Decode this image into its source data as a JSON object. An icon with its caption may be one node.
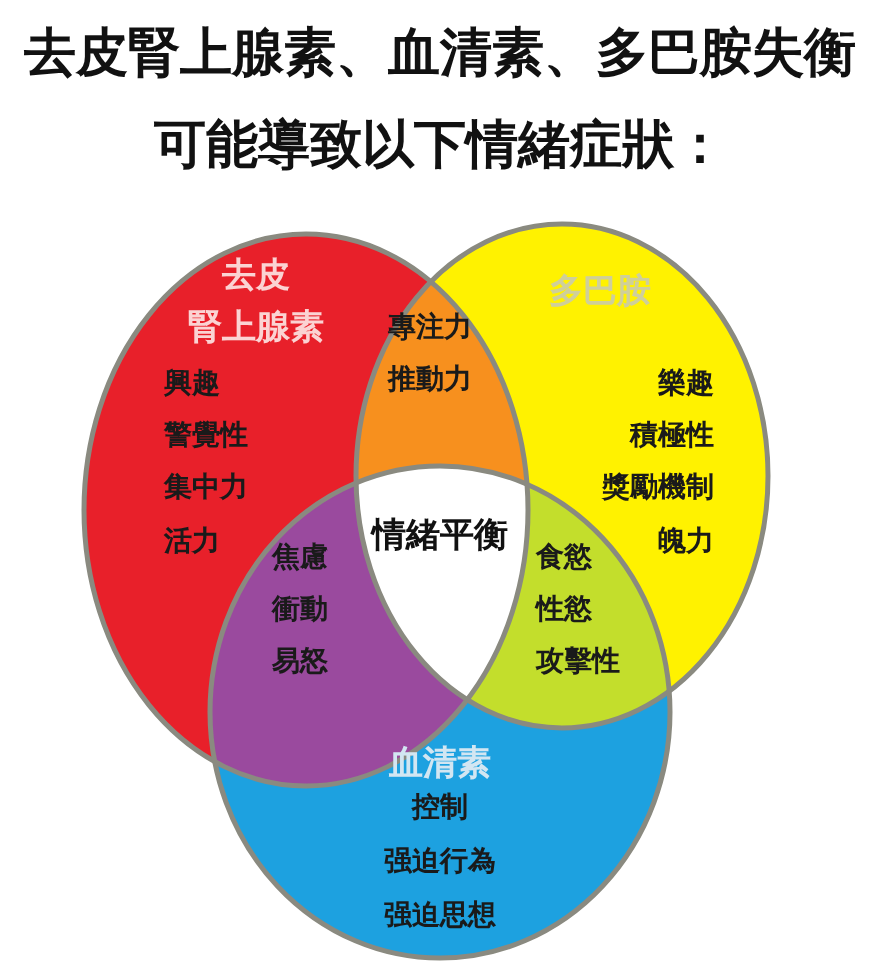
{
  "diagram": {
    "title": "去皮腎上腺素、血清素、多巴胺失衡可能導致以下情緒症狀：",
    "nodes": [
      {
        "text": [
          "去皮",
          "腎上腺素",
          "興趣",
          "警覺性",
          "集中力",
          "活力"
        ]
      },
      {
        "text": [
          "專注力",
          "推動力"
        ]
      },
      {
        "text": [
          "多巴胺",
          "樂趣",
          "積極性",
          "獎勵機制",
          "魄力"
        ]
      },
      {
        "text": [
          "情緒平衡"
        ]
      },
      {
        "text": [
          "焦慮",
          "衝動",
          "易怒"
        ]
      },
      {
        "text": [
          "食慾",
          "性慾",
          "攻擊性"
        ]
      },
      {
        "text": [
          "血清素",
          "控制",
          "强迫行為",
          "强迫思想"
        ]
      }
    ]
  }
}
